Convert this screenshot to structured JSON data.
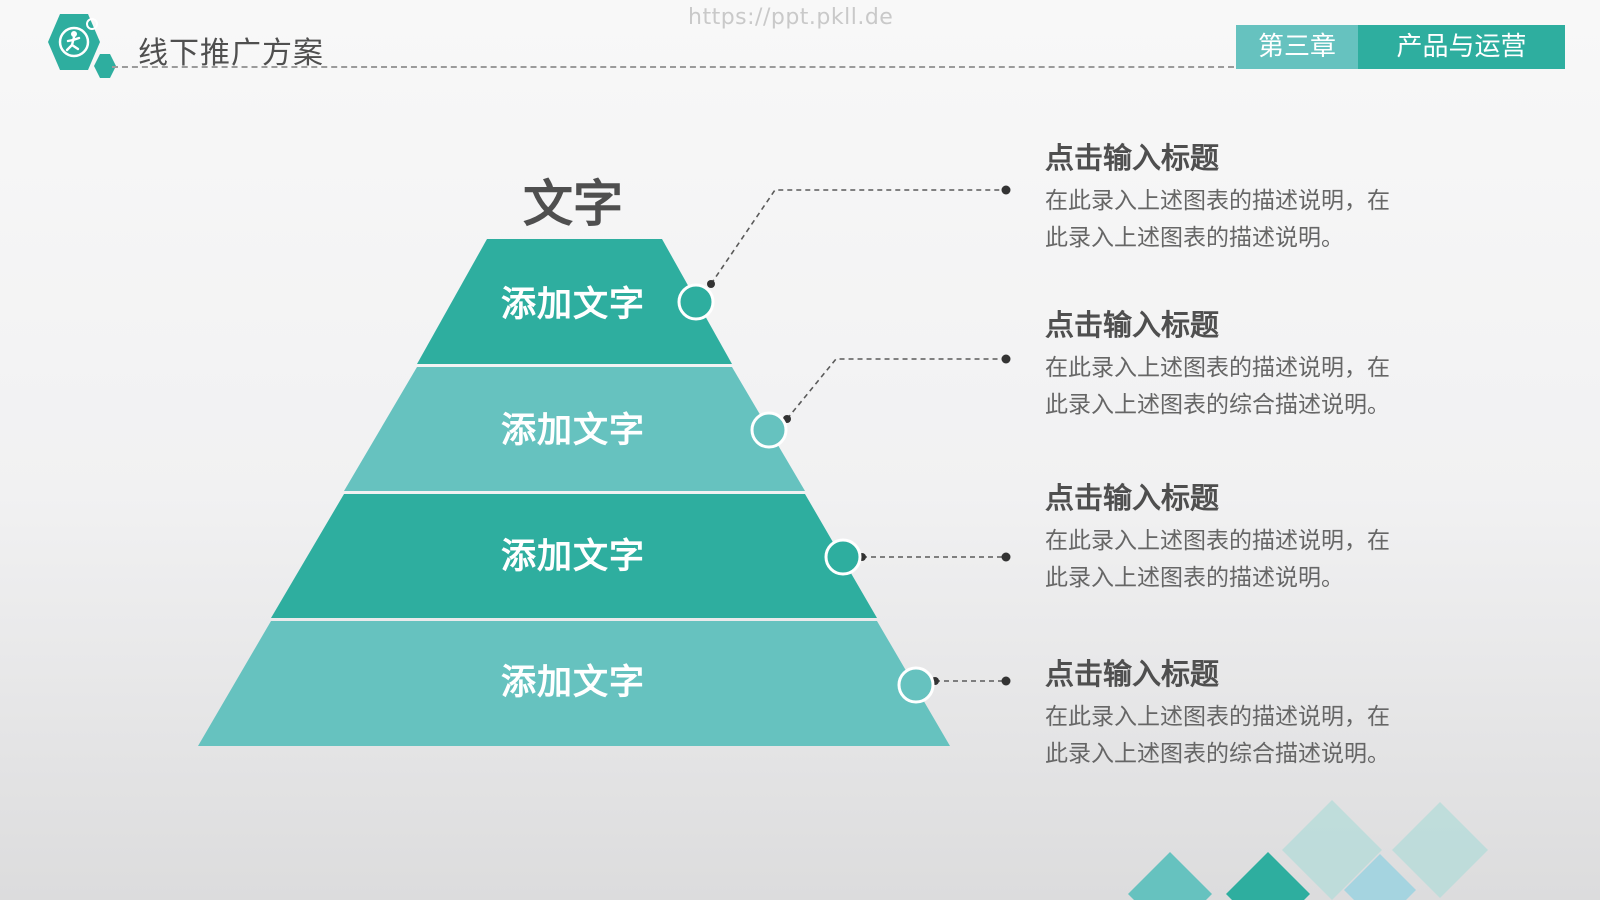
{
  "header": {
    "title": "线下推广方案",
    "watermark": "https://ppt.pkll.de",
    "chapter_label": "第三章",
    "section_label": "产品与运营"
  },
  "diagram": {
    "title": "文字",
    "levels": [
      {
        "label": "添加文字"
      },
      {
        "label": "添加文字"
      },
      {
        "label": "添加文字"
      },
      {
        "label": "添加文字"
      }
    ],
    "descriptions": [
      {
        "title": "点击输入标题",
        "body": "在此录入上述图表的描述说明，在\n此录入上述图表的描述说明。"
      },
      {
        "title": "点击输入标题",
        "body": "在此录入上述图表的描述说明，在\n此录入上述图表的综合描述说明。"
      },
      {
        "title": "点击输入标题",
        "body": "在此录入上述图表的描述说明，在\n此录入上述图表的描述说明。"
      },
      {
        "title": "点击输入标题",
        "body": "在此录入上述图表的描述说明，在\n此录入上述图表的综合描述说明。"
      }
    ]
  },
  "colors": {
    "teal_dark": "#2eae9f",
    "teal_light": "#66c2bf",
    "text_dark": "#4f4f4f",
    "text_body": "#666666"
  },
  "icons": {
    "logo": "hexagon-running-person-icon"
  }
}
